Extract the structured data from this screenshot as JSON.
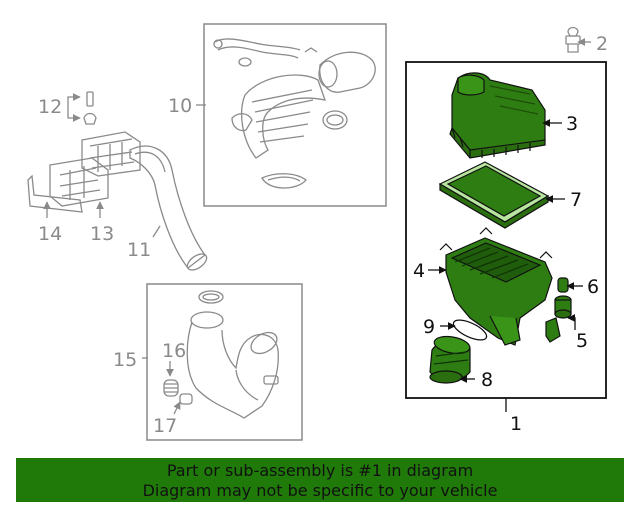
{
  "callouts": {
    "c1": "1",
    "c2": "2",
    "c3": "3",
    "c4": "4",
    "c5": "5",
    "c6": "6",
    "c7": "7",
    "c8": "8",
    "c9": "9",
    "c10": "10",
    "c11": "11",
    "c12": "12",
    "c13": "13",
    "c14": "14",
    "c15": "15",
    "c16": "16",
    "c17": "17"
  },
  "footer": {
    "line1": "Part or sub-assembly is #1 in diagram",
    "line2": "Diagram may not be specific to your vehicle"
  },
  "colors": {
    "highlight": "#2e7d12",
    "banner": "#1f7a0a",
    "line_gray": "#8a8a8a",
    "line_black": "#111111"
  }
}
